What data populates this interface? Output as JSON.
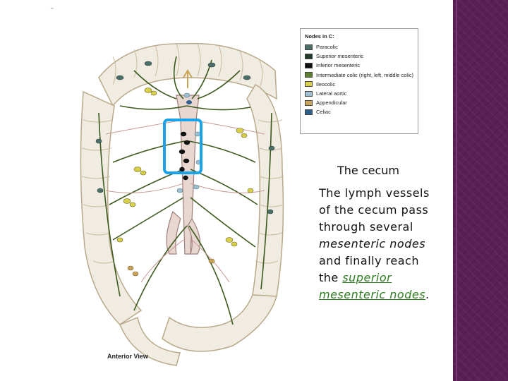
{
  "slide": {
    "heading": "The cecum",
    "body_prefix": "The lymph vessels of the cecum pass through several ",
    "body_em": "mesenteric nodes",
    "body_middle": " and finally reach the ",
    "body_link": "superior mesenteric nodes",
    "body_suffix": "."
  },
  "figure": {
    "view_label": "Anterior View",
    "highlight_color": "#1aa3e8"
  },
  "legend": {
    "title": "Nodes in C:",
    "items": [
      {
        "label": "Paracolic",
        "color": "#4c6f6a"
      },
      {
        "label": "Superior mesenteric",
        "color": "#1f3d2a"
      },
      {
        "label": "Inferior mesenteric",
        "color": "#111111"
      },
      {
        "label": "Intermediate colic (right, left, middle colic)",
        "color": "#5b7f2c"
      },
      {
        "label": "Ileocolic",
        "color": "#d8cf4a"
      },
      {
        "label": "Lateral aortic",
        "color": "#9ebfcf"
      },
      {
        "label": "Appendicular",
        "color": "#c9a458"
      },
      {
        "label": "Celiac",
        "color": "#2f5f8f"
      }
    ]
  },
  "theme": {
    "band_color": "#5a1f54",
    "link_color": "#2e7d1f"
  }
}
